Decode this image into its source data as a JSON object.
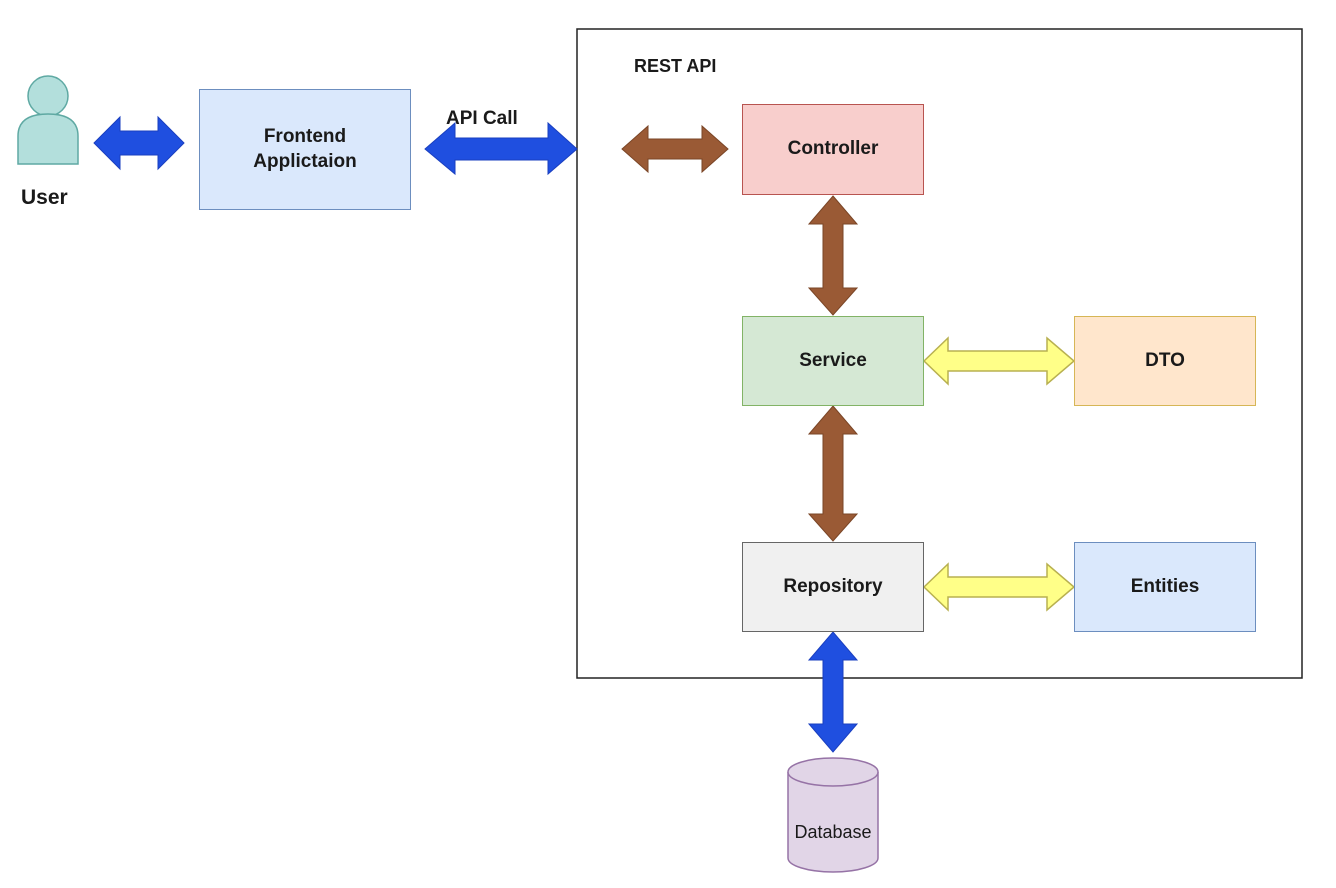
{
  "actor": {
    "label": "User",
    "color": "#b3dfdc",
    "stroke": "#5fa9a3"
  },
  "frontend": {
    "line1": "Frontend",
    "line2": "Applictaion",
    "fill": "#dae8fc",
    "stroke": "#6c8ebf"
  },
  "api_call_label": "API Call",
  "rest_api": {
    "title": "REST API"
  },
  "layers": {
    "controller": {
      "label": "Controller",
      "fill": "#f8cecc",
      "stroke": "#b85450"
    },
    "service": {
      "label": "Service",
      "fill": "#d5e8d4",
      "stroke": "#82b366"
    },
    "repository": {
      "label": "Repository",
      "fill": "#f0f0f0",
      "stroke": "#666666"
    },
    "dto": {
      "label": "DTO",
      "fill": "#ffe6cc",
      "stroke": "#d6b656"
    },
    "entities": {
      "label": "Entities",
      "fill": "#dae8fc",
      "stroke": "#6c8ebf"
    }
  },
  "database": {
    "label": "Database",
    "fill": "#e1d5e7",
    "stroke": "#9673a6"
  },
  "arrow_colors": {
    "blue": "#1f4fe0",
    "brown": "#9a5a35",
    "yellow": "#ffff88",
    "yellow_stroke": "#b8b050"
  }
}
